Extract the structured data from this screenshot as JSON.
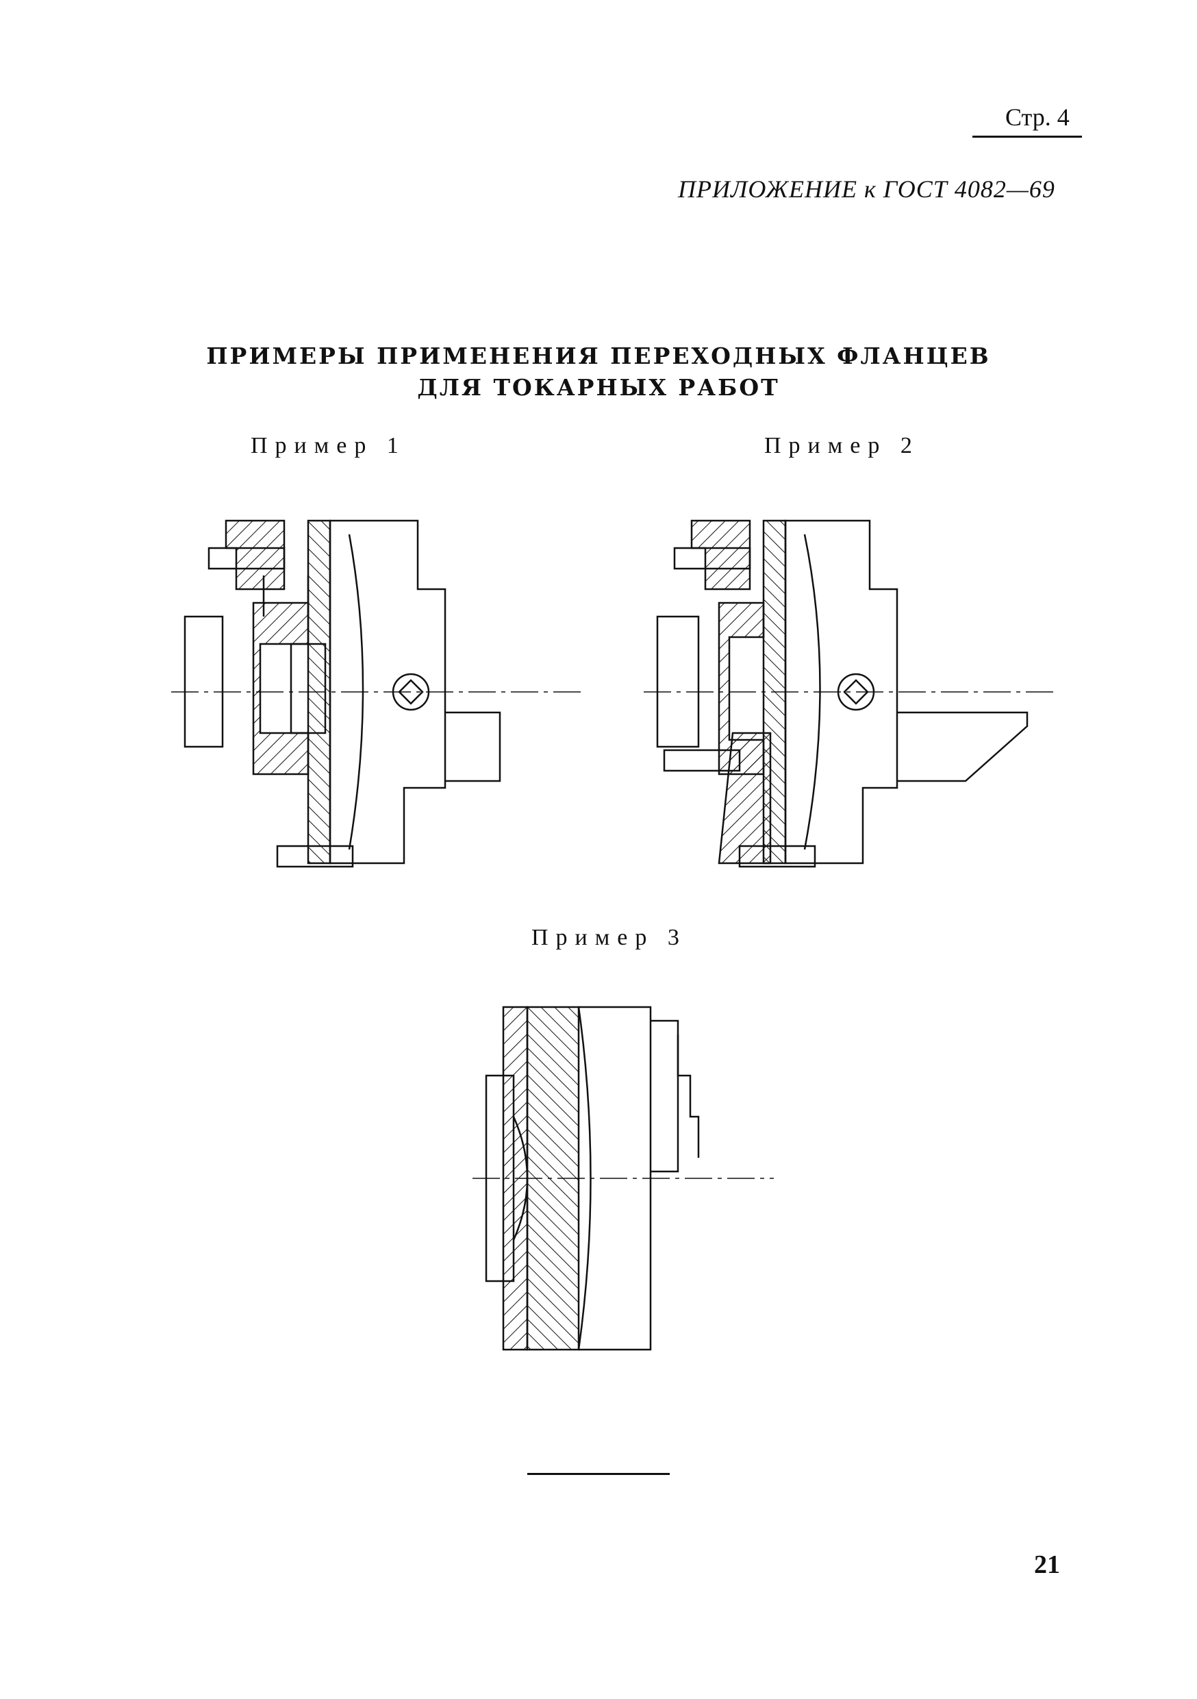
{
  "header": {
    "page_label": "Стр. 4",
    "appendix": "ПРИЛОЖЕНИЕ к ГОСТ 4082—69"
  },
  "title": {
    "line1": "ПРИМЕРЫ ПРИМЕНЕНИЯ ПЕРЕХОДНЫХ ФЛАНЦЕВ",
    "line2": "ДЛЯ ТОКАРНЫХ РАБОТ"
  },
  "figures": [
    {
      "caption": "Пример 1"
    },
    {
      "caption": "Пример 2"
    },
    {
      "caption": "Пример 3"
    }
  ],
  "footer": {
    "folio": "21"
  }
}
